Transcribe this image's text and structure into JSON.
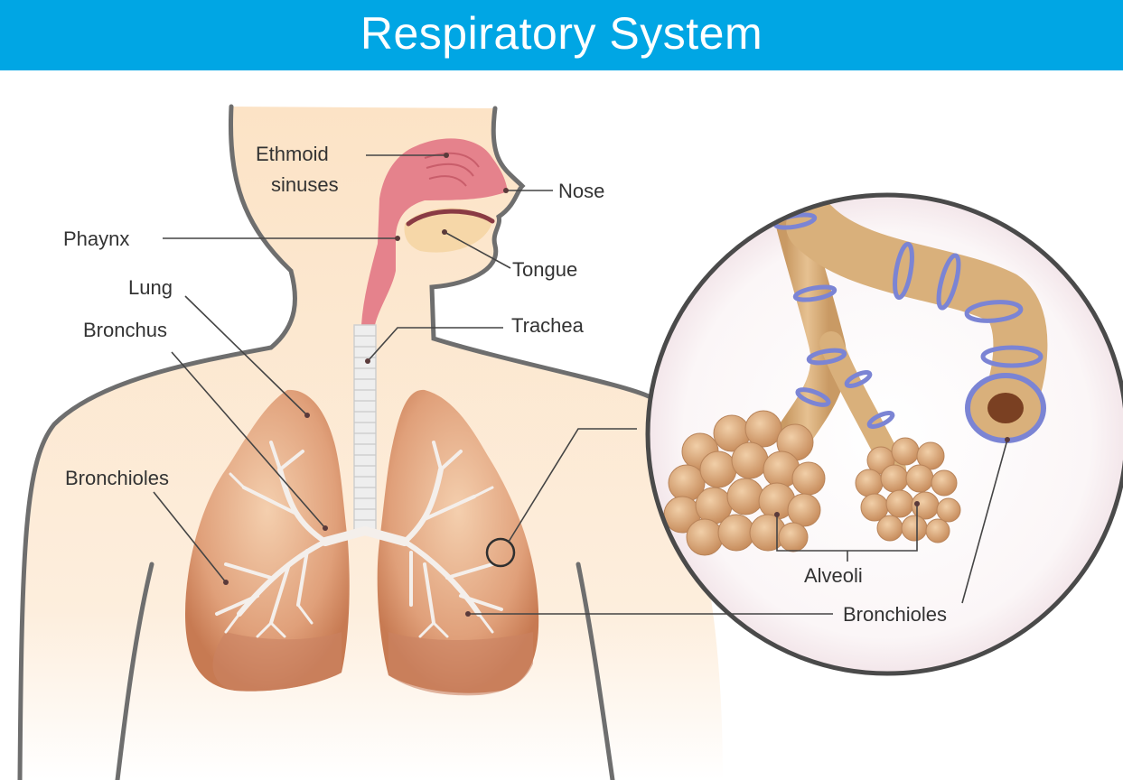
{
  "title": "Respiratory System",
  "labels": {
    "ethmoid_line1": "Ethmoid",
    "ethmoid_line2": "sinuses",
    "nose": "Nose",
    "phaynx": "Phaynx",
    "tongue": "Tongue",
    "lung": "Lung",
    "bronchus": "Bronchus",
    "trachea": "Trachea",
    "bronchioles_left": "Bronchioles",
    "alveoli": "Alveoli",
    "bronchioles_right": "Bronchioles"
  },
  "colors": {
    "title_bar": "#00a6e4",
    "skin": "#fbe5c8",
    "body_outline": "#6e6e6e",
    "airway": "#e5828c",
    "lung": "#d98e63",
    "bronchi_tree": "#f4efeb",
    "bronchiole_tube": "#d7ad79",
    "cartilage_ring": "#7b84d4",
    "alveoli": "#d8a577"
  }
}
